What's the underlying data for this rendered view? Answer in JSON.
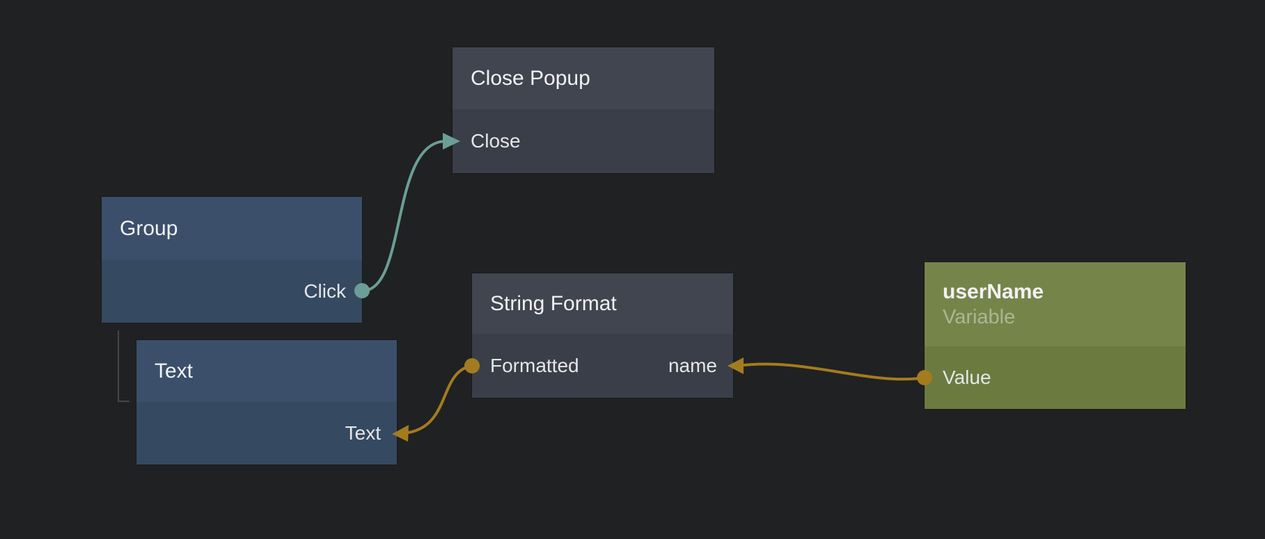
{
  "app": {
    "view": "node-graph-canvas"
  },
  "colors": {
    "canvas_background": "#202122",
    "blue_node_header": "#3b4f6b",
    "blue_node_body": "#354961",
    "slate_node_header": "#414550",
    "slate_node_body": "#3a3e48",
    "olive_node_header": "#75854a",
    "olive_node_body": "#6b7b40",
    "signal_wire": "#6b9e96",
    "data_wire": "#a37c1e",
    "hierarchy_line": "#474747"
  },
  "nodes": [
    {
      "id": "group",
      "title": "Group",
      "ports": {
        "right": "Click"
      }
    },
    {
      "id": "text",
      "title": "Text",
      "ports": {
        "right": "Text"
      }
    },
    {
      "id": "close-popup",
      "title": "Close Popup",
      "ports": {
        "left": "Close"
      }
    },
    {
      "id": "string-format",
      "title": "String Format",
      "ports": {
        "left": "Formatted",
        "right": "name"
      }
    },
    {
      "id": "username",
      "title": "userName",
      "subtitle": "Variable",
      "ports": {
        "left": "Value"
      }
    }
  ],
  "connections": [
    {
      "from": "Group.Click",
      "to": "Close Popup.Close",
      "type": "signal",
      "color": "#6b9e96"
    },
    {
      "from": "String Format.Formatted",
      "to": "Text.Text",
      "type": "data",
      "color": "#a37c1e"
    },
    {
      "from": "userName.Value",
      "to": "String Format.name",
      "type": "data",
      "color": "#a37c1e"
    }
  ],
  "hierarchy": [
    {
      "parent": "Group",
      "child": "Text",
      "color": "#474747"
    }
  ]
}
